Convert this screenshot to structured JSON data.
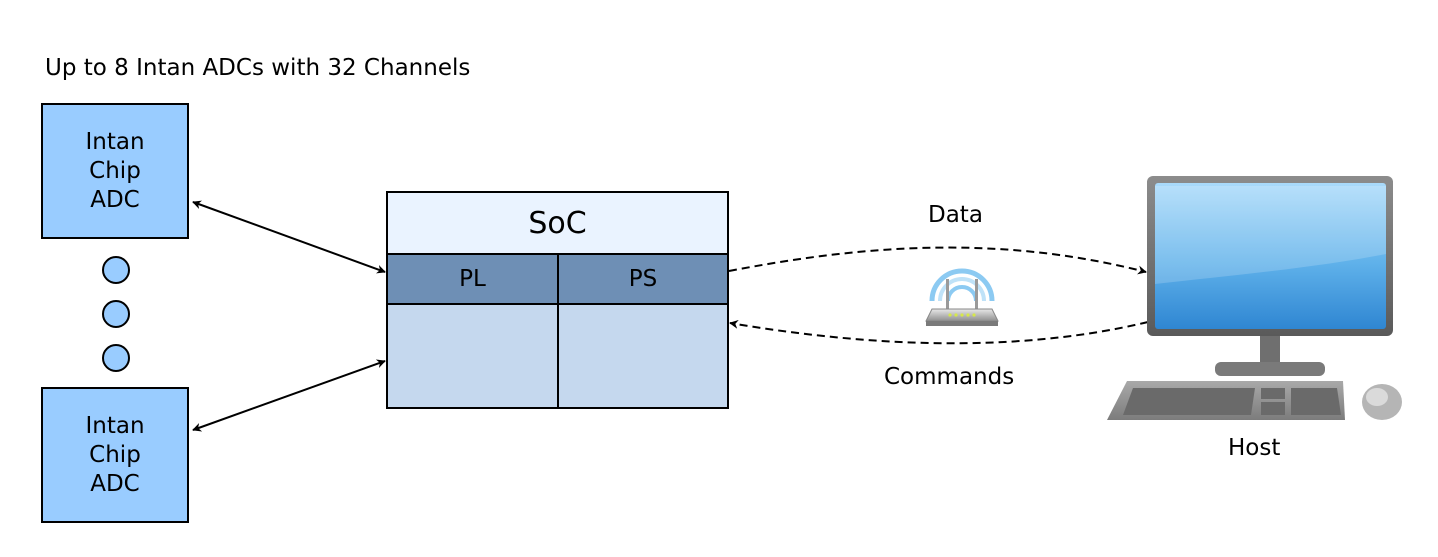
{
  "title": "Up to 8 Intan ADCs with 32 Channels",
  "adc_top": {
    "line1": "Intan",
    "line2": "Chip",
    "line3": "ADC"
  },
  "adc_bottom": {
    "line1": "Intan",
    "line2": "Chip",
    "line3": "ADC"
  },
  "soc": {
    "title": "SoC",
    "pl": "PL",
    "ps": "PS"
  },
  "links": {
    "data": "Data",
    "commands": "Commands"
  },
  "host": {
    "label": "Host"
  },
  "colors": {
    "adc_fill": "#99ccff",
    "soc_header": "#eaf3ff",
    "soc_row": "#6e8fb5",
    "soc_body": "#c5d8ee"
  },
  "icons": [
    "wireless-router-icon",
    "desktop-computer-icon"
  ]
}
